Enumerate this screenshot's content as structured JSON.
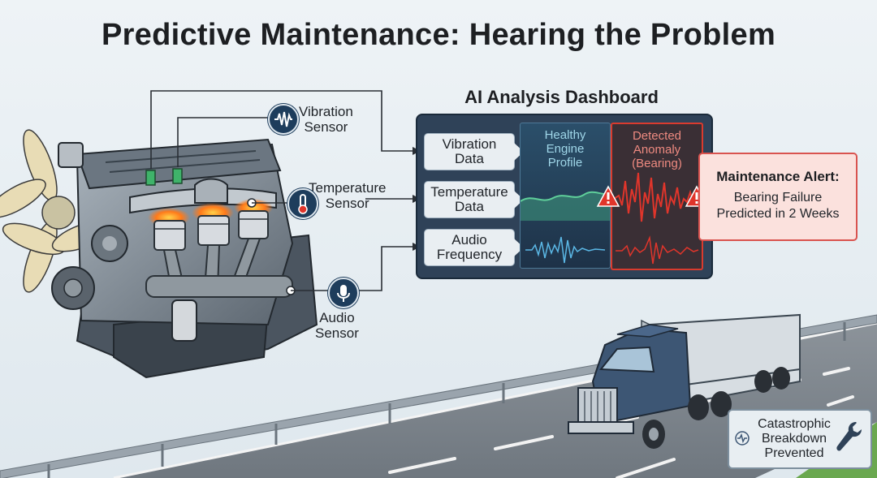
{
  "title": "Predictive Maintenance: Hearing the Problem",
  "sensors": {
    "vibration": {
      "line1": "Vibration",
      "line2": "Sensor"
    },
    "temperature": {
      "line1": "Temperature",
      "line2": "Sensor"
    },
    "audio": {
      "line1": "Audio",
      "line2": "Sensor"
    }
  },
  "dashboard": {
    "title": "AI Analysis Dashboard",
    "inputs": [
      {
        "line1": "Vibration",
        "line2": "Data"
      },
      {
        "line1": "Temperature",
        "line2": "Data"
      },
      {
        "line1": "Audio",
        "line2": "Frequency"
      }
    ],
    "healthy": {
      "line1": "Healthy",
      "line2": "Engine",
      "line3": "Profile"
    },
    "anomaly": {
      "line1": "Detected",
      "line2": "Anomaly",
      "line3": "(Bearing)"
    }
  },
  "alert": {
    "title": "Maintenance Alert:",
    "line1": "Bearing Failure",
    "line2": "Predicted in 2 Weeks"
  },
  "outcome": {
    "line1": "Catastrophic",
    "line2": "Breakdown",
    "line3": "Prevented"
  },
  "colors": {
    "background": "#e6eef3",
    "dashboard": "#2f4258",
    "healthy_wave": "#5fcf9a",
    "anomaly_wave": "#e0352b",
    "alert_fill": "#fbe1dd",
    "alert_border": "#d9534f"
  },
  "icons": {
    "vibration": "waveform-icon",
    "temperature": "thermometer-icon",
    "audio": "microphone-icon",
    "warning": "warning-triangle-icon",
    "wrench": "wrench-icon"
  }
}
